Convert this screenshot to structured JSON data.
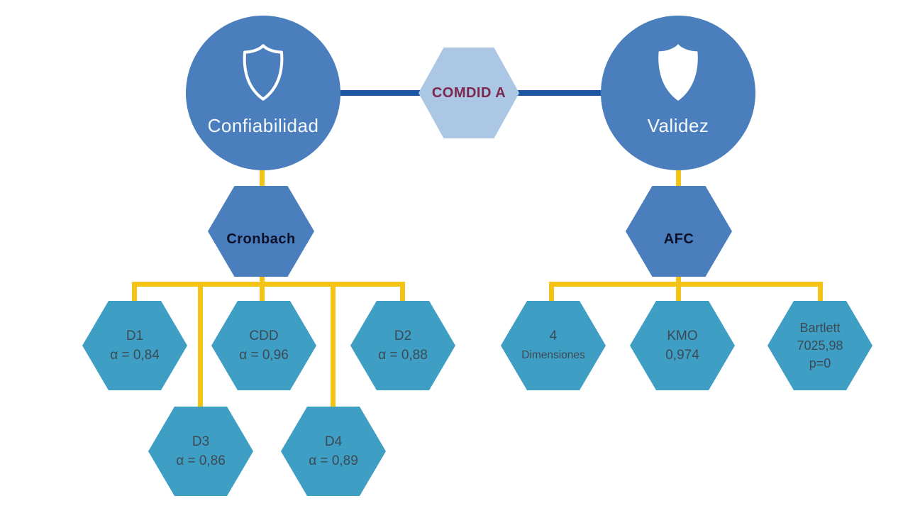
{
  "diagram": {
    "center": {
      "label": "COMDID A"
    },
    "reliability": {
      "label": "Confiabilidad"
    },
    "validity": {
      "label": "Validez"
    },
    "reliability_method": {
      "label": "Cronbach"
    },
    "validity_method": {
      "label": "AFC"
    },
    "reliability_results": [
      {
        "line1": "D1",
        "line2": "α = 0,84"
      },
      {
        "line1": "CDD",
        "line2": "α = 0,96"
      },
      {
        "line1": "D2",
        "line2": "α = 0,88"
      },
      {
        "line1": "D3",
        "line2": "α = 0,86"
      },
      {
        "line1": "D4",
        "line2": "α = 0,89"
      }
    ],
    "validity_results": [
      {
        "line1": "4",
        "line2": "Dimensiones"
      },
      {
        "line1": "KMO",
        "line2": "0,974"
      },
      {
        "line1": "Bartlett",
        "line2": "7025,98",
        "line3": "p=0"
      }
    ],
    "icons": {
      "reliability": "shield-outline-icon",
      "validity": "shield-solid-icon"
    },
    "colors": {
      "node_blue": "#4A7EBC",
      "center_hex_light_blue": "#ACC7E3",
      "result_hex_teal": "#3F9EC3",
      "connector_yellow": "#F3C316",
      "connector_dark_blue": "#1A57A3",
      "center_label_color": "#7B2850",
      "method_label_color": "#0B1128",
      "result_label_color": "#3B4A55",
      "root_label_color": "#F6FAFD"
    }
  }
}
